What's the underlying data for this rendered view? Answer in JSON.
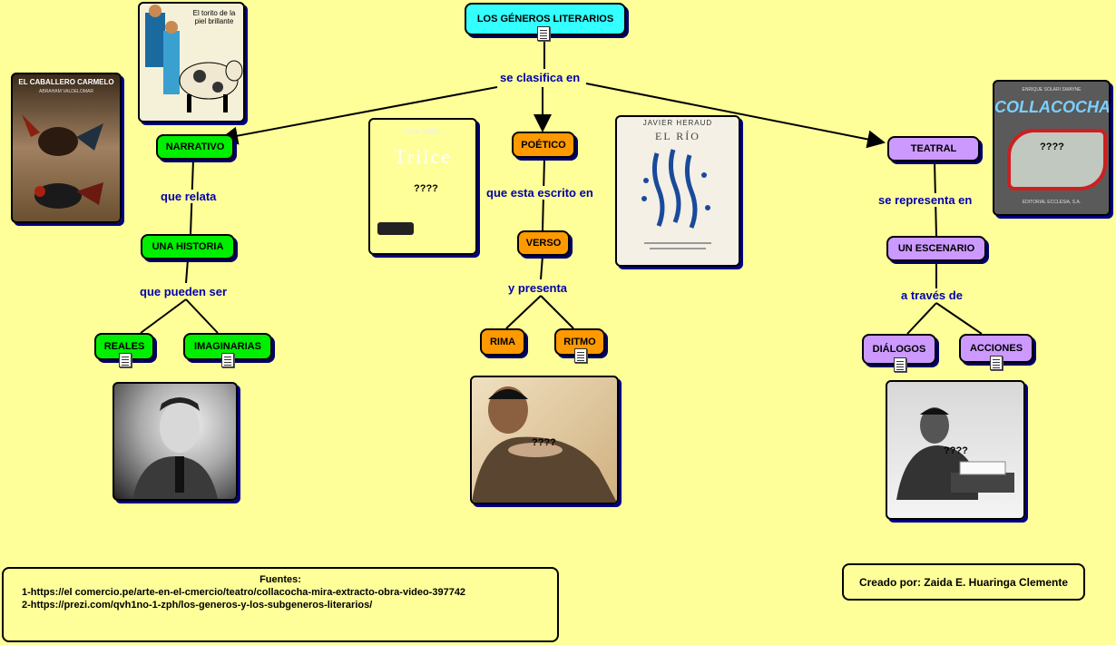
{
  "root": {
    "label": "LOS GÉNEROS LITERARIOS"
  },
  "link_root": "se clasifica en",
  "narrativo": {
    "label": "NARRATIVO",
    "link1": "que relata",
    "historia": "UNA HISTORIA",
    "link2": "que pueden ser",
    "reales": "REALES",
    "imaginarias": "IMAGINARIAS"
  },
  "poetico": {
    "label": "POÉTICO",
    "link1": "que esta escrito en",
    "verso": "VERSO",
    "link2": "y presenta",
    "rima": "RIMA",
    "ritmo": "RITMO"
  },
  "teatral": {
    "label": "TEATRAL",
    "link1": "se representa en",
    "escenario": "UN ESCENARIO",
    "link2": "a través de",
    "dialogos": "DIÁLOGOS",
    "acciones": "ACCIONES"
  },
  "images": {
    "caballero": {
      "title": "EL CABALLERO CARMELO",
      "author": "ABRAHAM VALDELOMAR"
    },
    "torito": {
      "title": "El torito de la piel brillante"
    },
    "trilce": {
      "title": "Trilce",
      "author": "César Vallejo",
      "caption": "????"
    },
    "rio": {
      "author": "JAVIER HERAUD",
      "title": "EL RÍO"
    },
    "collacocha": {
      "author": "ENRIQUE SOLARI SWAYNE",
      "title": "COLLACOCHA",
      "caption": "????",
      "publisher": "EDITORIAL ECCLESIA, S.A."
    },
    "poet_caption": "????",
    "writer_caption": "????"
  },
  "footer": {
    "title": "Fuentes:",
    "line1": "1-https://el comercio.pe/arte-en-el-cmercio/teatro/collacocha-mira-extracto-obra-video-397742",
    "line2": "2-https://prezi.com/qvh1no-1-zph/los-generos-y-los-subgeneros-literarios/",
    "credit": "Creado por: Zaida E. Huaringa Clemente"
  },
  "colors": {
    "background": "#ffff99",
    "root": "#33ffff",
    "narrativo": "#00ee00",
    "poetico": "#ff9900",
    "teatral": "#cc99ff",
    "link_text": "#0000aa"
  }
}
